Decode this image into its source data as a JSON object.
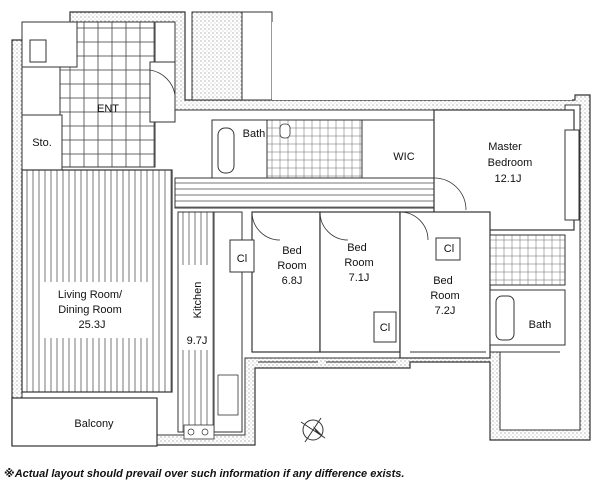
{
  "rooms": {
    "ent": "ENT",
    "sto": "Sto.",
    "bath_center": "Bath",
    "wic": "WIC",
    "master_line1": "Master",
    "master_line2": "Bedroom",
    "master_size": "12.1J",
    "bed1_line1": "Bed",
    "bed1_line2": "Room",
    "bed1_size": "6.8J",
    "bed2_line1": "Bed",
    "bed2_line2": "Room",
    "bed2_size": "7.1J",
    "bed3_line1": "Bed",
    "bed3_line2": "Room",
    "bed3_size": "7.2J",
    "cl": "Cl",
    "kitchen": "Kitchen",
    "kitchen_size": "9.7J",
    "living_line1": "Living Room/",
    "living_line2": "Dining Room",
    "living_size": "25.3J",
    "balcony": "Balcony",
    "bath_right": "Bath"
  },
  "footnote": "※Actual layout should prevail over such information if any difference exists.",
  "colors": {
    "wall": "#555555",
    "wall_fill": "#d9d9d9",
    "line": "#222222"
  }
}
